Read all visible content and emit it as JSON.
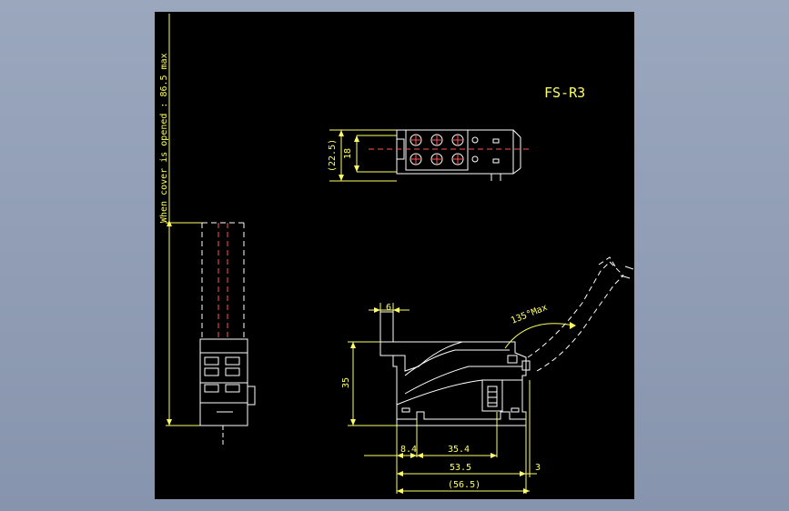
{
  "drawing": {
    "title": "FS-R3",
    "vertical_note": "When cover is opened : 86.5 max",
    "dimensions": {
      "top_height_outer": "(22.5)",
      "top_height_inner": "18",
      "side_width_6": "6",
      "side_height_35": "35",
      "angle": "135°Max",
      "d_8_4": "8.4",
      "d_35_4": "35.4",
      "d_53_5": "53.5",
      "d_3": "3",
      "d_56_5": "(56.5)"
    }
  },
  "colors": {
    "background": "#000000",
    "outline": "#ffffff",
    "dimension": "#ffff66",
    "frame": "#9aa7bd"
  }
}
